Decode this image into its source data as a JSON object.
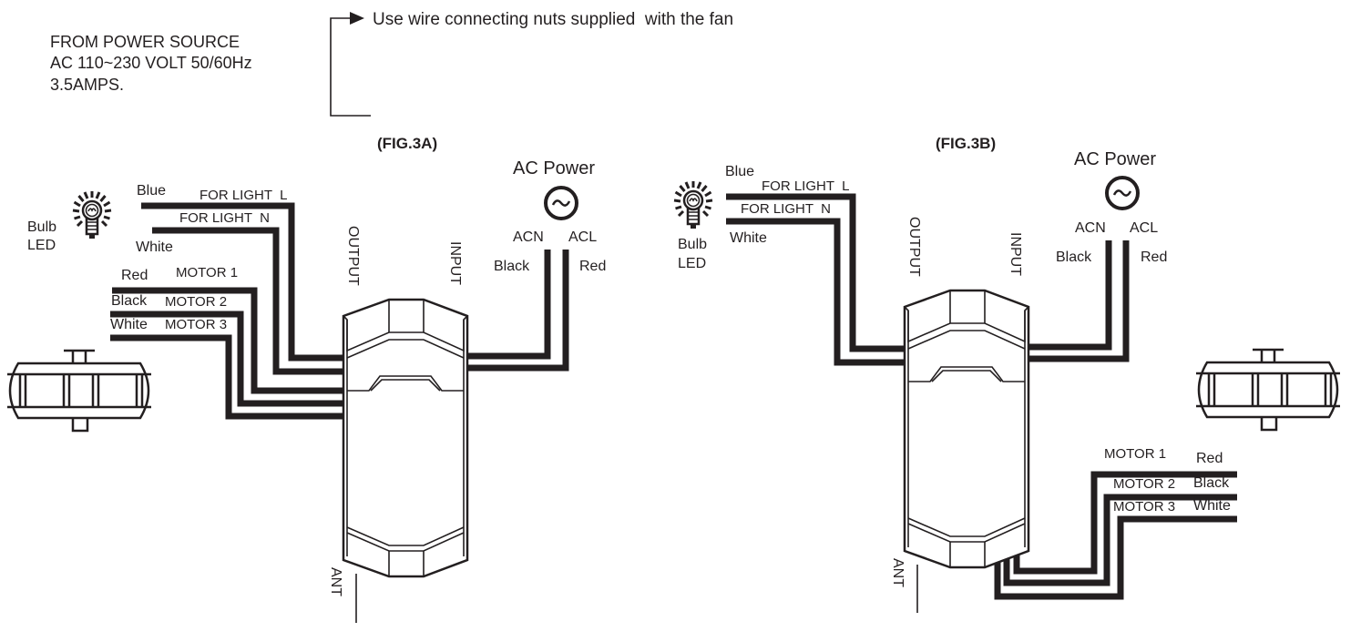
{
  "note": {
    "power_source_lines": [
      "FROM POWER SOURCE",
      "AC 110~230 VOLT 50/60Hz",
      "3.5AMPS."
    ],
    "instruction": "Use wire connecting nuts supplied  with the fan"
  },
  "figures": [
    {
      "id": "fig3a",
      "title": "(FIG.3A)",
      "ac_power_label": "AC Power",
      "ac_terminals": [
        "ACN",
        "ACL"
      ],
      "input_wire_colors": [
        "Black",
        "Red"
      ],
      "output_label": "OUTPUT",
      "input_label": "INPUT",
      "antenna_label": "ANT",
      "bulb_labels": [
        "Bulb",
        "LED"
      ],
      "light_wires": [
        {
          "function": "FOR LIGHT  L",
          "color": "Blue"
        },
        {
          "function": "FOR LIGHT  N",
          "color": "White"
        }
      ],
      "motor_wires": [
        {
          "function": "MOTOR 1",
          "color": "Red"
        },
        {
          "function": "MOTOR 2",
          "color": "Black"
        },
        {
          "function": "MOTOR 3",
          "color": "White"
        }
      ]
    },
    {
      "id": "fig3b",
      "title": "(FIG.3B)",
      "ac_power_label": "AC Power",
      "ac_terminals": [
        "ACN",
        "ACL"
      ],
      "input_wire_colors": [
        "Black",
        "Red"
      ],
      "output_label": "OUTPUT",
      "input_label": "INPUT",
      "antenna_label": "ANT",
      "bulb_labels": [
        "Bulb",
        "LED"
      ],
      "light_wires": [
        {
          "function": "FOR LIGHT  L",
          "color": "Blue"
        },
        {
          "function": "FOR LIGHT  N",
          "color": "White"
        }
      ],
      "motor_wires": [
        {
          "function": "MOTOR 1",
          "color": "Red"
        },
        {
          "function": "MOTOR 2",
          "color": "Black"
        },
        {
          "function": "MOTOR 3",
          "color": "White"
        }
      ]
    }
  ],
  "icons": {
    "bulb": "led-bulb-icon",
    "ac_source": "ac-sine-source-icon",
    "fan_motor": "fan-motor-icon",
    "arrow": "arrow-right-icon"
  }
}
